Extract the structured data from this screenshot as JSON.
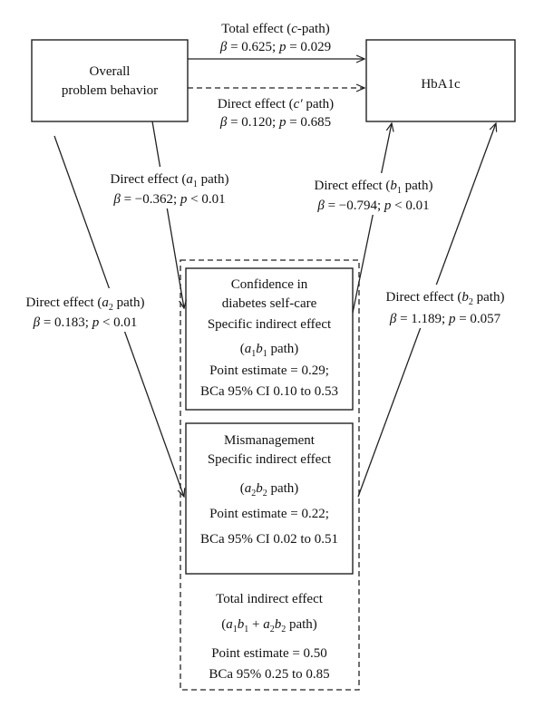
{
  "nodes": {
    "overall": {
      "line1": "Overall",
      "line2": "problem behavior"
    },
    "hba1c": {
      "label": "HbA1c"
    },
    "confidence": {
      "line1": "Confidence in",
      "line2": "diabetes self-care",
      "line3": "Specific indirect effect",
      "path_open": "(",
      "a": "a",
      "a_sub": "1",
      "b": "b",
      "b_sub": "1",
      "path_close": " path)",
      "line5": "Point estimate = 0.29;",
      "line6": "BCa 95% CI 0.10 to 0.53"
    },
    "mismanagement": {
      "line1": "Mismanagement",
      "line2": "Specific indirect effect",
      "path_open": "(",
      "a": "a",
      "a_sub": "2",
      "b": "b",
      "b_sub": "2",
      "path_close": " path)",
      "line4": "Point estimate = 0.22;",
      "line5": "BCa 95% CI 0.02 to 0.51"
    },
    "total_indirect": {
      "line1": "Total indirect effect",
      "open": "(",
      "a1": "a",
      "a1_sub": "1",
      "b1": "b",
      "b1_sub": "1",
      "plus": " + ",
      "a2": "a",
      "a2_sub": "2",
      "b2": "b",
      "b2_sub": "2",
      "close": " path)",
      "line3": "Point estimate = 0.50",
      "line4": "BCa 95% 0.25 to 0.85"
    }
  },
  "effects": {
    "total": {
      "pre": "Total effect (",
      "italic": "c",
      "post": "-path)",
      "beta_sym": "β",
      "beta_val": " = 0.625; ",
      "p_sym": "p",
      "p_val": " = 0.029"
    },
    "direct_c": {
      "pre": "Direct effect (",
      "italic": "c′",
      "post": " path)",
      "beta_sym": "β",
      "beta_val": " = 0.120; ",
      "p_sym": "p",
      "p_val": " = 0.685"
    },
    "a1": {
      "pre": "Direct effect (",
      "italic": "a",
      "sub": "1",
      "post": " path)",
      "beta_sym": "β",
      "beta_val": " = −0.362; ",
      "p_sym": "p",
      "p_val": " < 0.01"
    },
    "b1": {
      "pre": "Direct effect (",
      "italic": "b",
      "sub": "1",
      "post": " path)",
      "beta_sym": "β",
      "beta_val": " = −0.794; ",
      "p_sym": "p",
      "p_val": " < 0.01"
    },
    "a2": {
      "pre": "Direct effect (",
      "italic": "a",
      "sub": "2",
      "post": " path)",
      "beta_sym": "β",
      "beta_val": " = 0.183; ",
      "p_sym": "p",
      "p_val": " < 0.01"
    },
    "b2": {
      "pre": "Direct effect (",
      "italic": "b",
      "sub": "2",
      "post": " path)",
      "beta_sym": "β",
      "beta_val": " = 1.189; ",
      "p_sym": "p",
      "p_val": " = 0.057"
    }
  }
}
